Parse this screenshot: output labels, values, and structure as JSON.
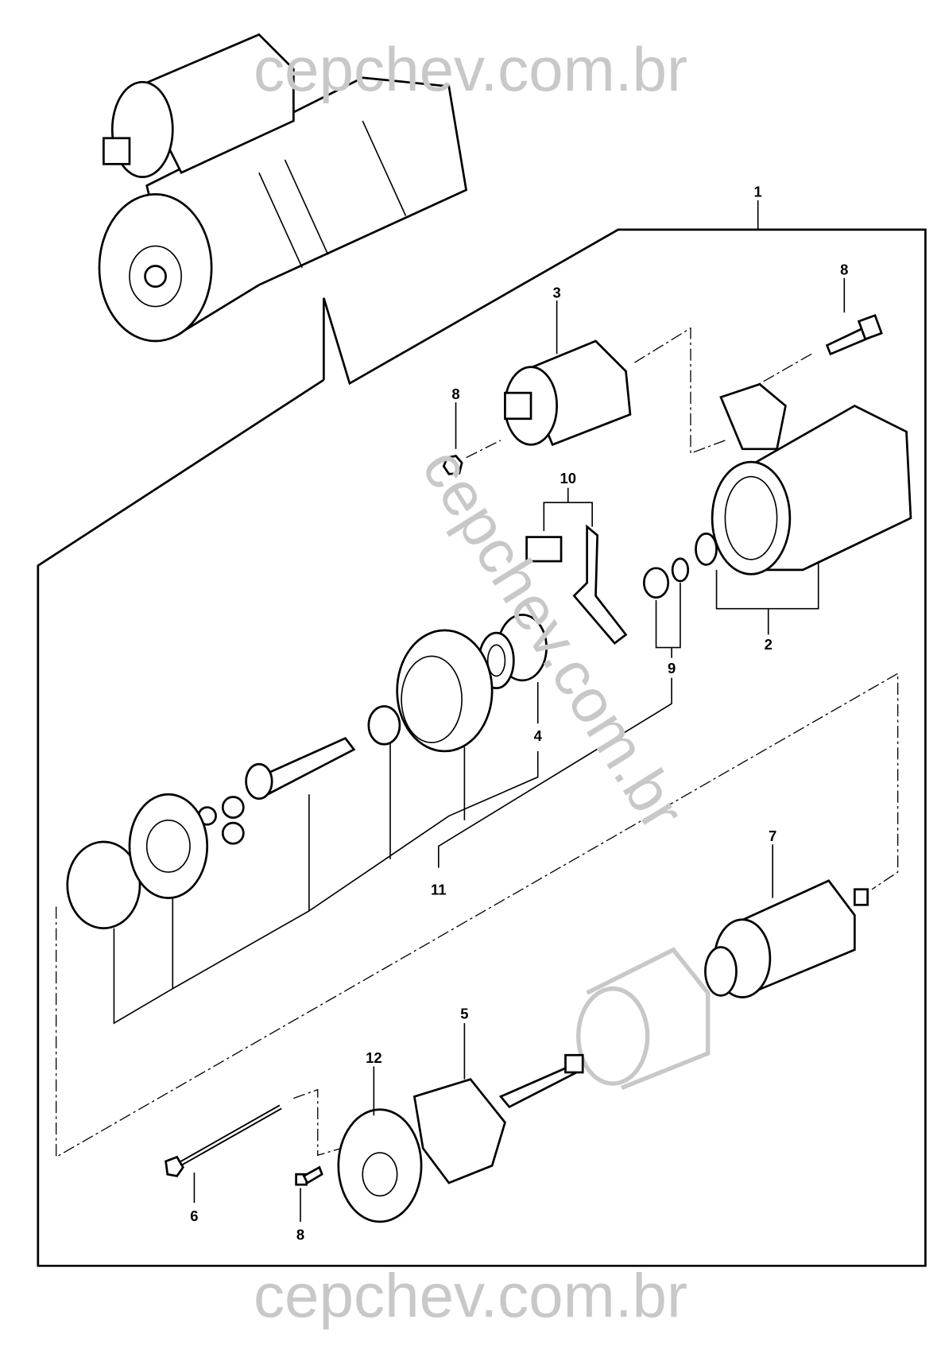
{
  "diagram": {
    "title": "Starter motor exploded view",
    "watermark_top": "cepchev.com.br",
    "watermark_diagonal": "cepchev.com.br",
    "watermark_bottom": "cepchev.com.br",
    "callouts": {
      "c1": "1",
      "c2": "2",
      "c3": "3",
      "c4": "4",
      "c5": "5",
      "c6": "6",
      "c7": "7",
      "c8a": "8",
      "c8b": "8",
      "c8c": "8",
      "c9": "9",
      "c10": "10",
      "c11": "11",
      "c12": "12"
    }
  }
}
